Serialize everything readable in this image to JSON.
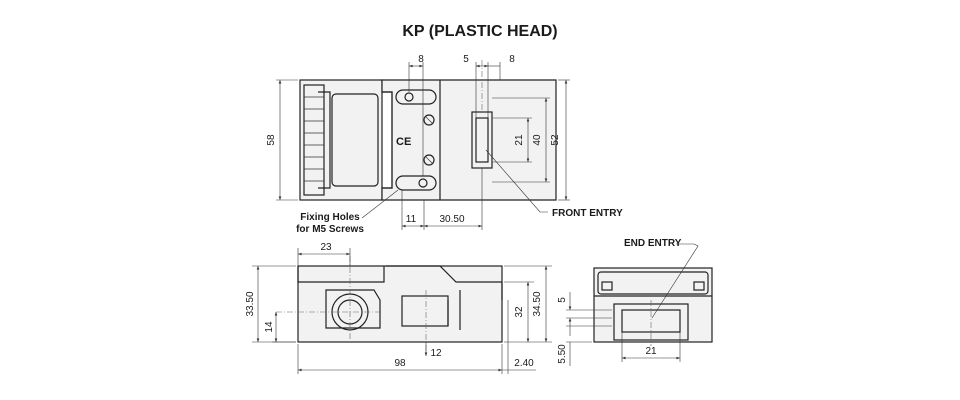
{
  "title": "KP (PLASTIC HEAD)",
  "top_view": {
    "dims": {
      "height_58": "58",
      "width_8a": "8",
      "width_5": "5",
      "width_8b": "8",
      "width_21": "21",
      "width_40": "40",
      "width_52": "52",
      "width_11": "11",
      "width_30_50": "30.50"
    },
    "ce_mark": "CE",
    "labels": {
      "fixing_line1": "Fixing Holes",
      "fixing_line2": "for M5 Screws",
      "front_entry": "FRONT ENTRY"
    }
  },
  "side_view": {
    "dims": {
      "d23": "23",
      "d33_50": "33.50",
      "d14": "14",
      "d12": "12",
      "d32": "32",
      "d34_50": "34.50",
      "d98": "98",
      "d2_40": "2.40"
    }
  },
  "end_view": {
    "label": "END ENTRY",
    "dims": {
      "d5": "5",
      "d5_50": "5.50",
      "d21": "21"
    }
  }
}
